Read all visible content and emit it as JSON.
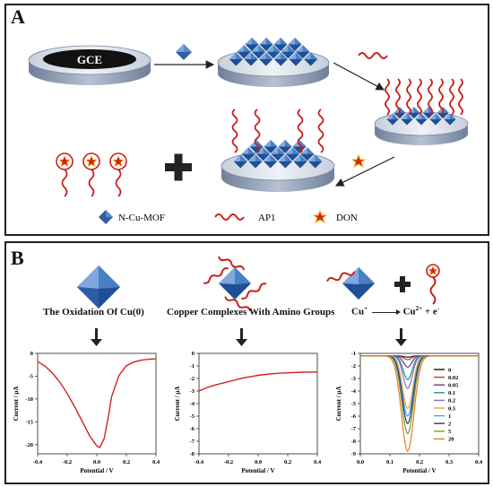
{
  "panel_a": {
    "label": "A",
    "electrode_label": "GCE",
    "legend": [
      {
        "icon": "octahedron-icon",
        "text": "N-Cu-MOF"
      },
      {
        "icon": "aptamer-wave-icon",
        "text": "AP1"
      },
      {
        "icon": "star-icon",
        "text": "DON"
      }
    ],
    "colors": {
      "mof": "#2f5fa3",
      "aptamer": "#c8201e",
      "don": "#d81e12",
      "disk_top": "#d8e1ec",
      "disk_side": "#8d9cb3"
    }
  },
  "panel_b": {
    "label": "B",
    "captions": [
      "The Oxidation Of Cu(0)",
      "Copper Complexes With Amino Groups"
    ],
    "reaction": {
      "left": "Cu",
      "left_sup": "+",
      "right": "Cu",
      "right_sup": "2+",
      "tail": "+ e",
      "tail_sup": "-"
    },
    "plot_line_color": "#d42020"
  },
  "chart_data": [
    {
      "type": "line",
      "xlabel": "Potential / V",
      "ylabel": "Current / μA",
      "xlim": [
        -0.4,
        0.4
      ],
      "ylim": [
        -22,
        0
      ],
      "xticks": [
        "-0.4",
        "-0.2",
        "0.0",
        "0.2",
        "0.4"
      ],
      "yticks": [
        "0",
        "-5",
        "-10",
        "-15",
        "-20"
      ],
      "series": [
        {
          "x": [
            -0.4,
            -0.35,
            -0.3,
            -0.25,
            -0.2,
            -0.15,
            -0.1,
            -0.05,
            0.0,
            0.02,
            0.05,
            0.08,
            0.1,
            0.15,
            0.2,
            0.25,
            0.3,
            0.35,
            0.4
          ],
          "y": [
            -1.8,
            -2.8,
            -4.3,
            -6.3,
            -8.8,
            -11.7,
            -14.8,
            -18.0,
            -20.3,
            -20.6,
            -18.6,
            -13.5,
            -9.5,
            -4.8,
            -2.7,
            -1.9,
            -1.5,
            -1.3,
            -1.2
          ]
        }
      ]
    },
    {
      "type": "line",
      "xlabel": "Potential / V",
      "ylabel": "Current / μA",
      "xlim": [
        -0.4,
        0.4
      ],
      "ylim": [
        -8,
        0
      ],
      "xticks": [
        "-0.4",
        "-0.2",
        "0.0",
        "0.2",
        "0.4"
      ],
      "yticks": [
        "0",
        "-1",
        "-2",
        "-3",
        "-4",
        "-5",
        "-6",
        "-7",
        "-8"
      ],
      "series": [
        {
          "x": [
            -0.4,
            -0.35,
            -0.3,
            -0.25,
            -0.2,
            -0.15,
            -0.1,
            -0.05,
            0.0,
            0.05,
            0.1,
            0.15,
            0.2,
            0.25,
            0.3,
            0.35,
            0.4
          ],
          "y": [
            -3.0,
            -2.75,
            -2.55,
            -2.4,
            -2.25,
            -2.1,
            -1.95,
            -1.85,
            -1.75,
            -1.68,
            -1.62,
            -1.58,
            -1.55,
            -1.52,
            -1.5,
            -1.49,
            -1.48
          ]
        }
      ]
    },
    {
      "type": "line",
      "xlabel": "Potential / V",
      "ylabel": "Current / μA",
      "xlim": [
        0.0,
        0.4
      ],
      "ylim": [
        -9,
        -1
      ],
      "xticks": [
        "0.0",
        "0.1",
        "0.2",
        "0.3",
        "0.4"
      ],
      "yticks": [
        "-1",
        "-2",
        "-3",
        "-4",
        "-5",
        "-6",
        "-7",
        "-8",
        "-9"
      ],
      "legend_position": "right",
      "baseline": -1.2,
      "peak_x": 0.16,
      "series": [
        {
          "name": "0",
          "color": "#111111",
          "peak": -1.3
        },
        {
          "name": "0.02",
          "color": "#c0392b",
          "peak": -1.5
        },
        {
          "name": "0.05",
          "color": "#5b3a96",
          "peak": -2.1
        },
        {
          "name": "0.1",
          "color": "#2a8d8f",
          "peak": -3.1
        },
        {
          "name": "0.2",
          "color": "#8e6bbf",
          "peak": -3.8
        },
        {
          "name": "0.5",
          "color": "#e8a13a",
          "peak": -5.4
        },
        {
          "name": "1",
          "color": "#4aa3df",
          "peak": -6.0
        },
        {
          "name": "2",
          "color": "#2e3a78",
          "peak": -6.6
        },
        {
          "name": "5",
          "color": "#7a9a3a",
          "peak": -7.4
        },
        {
          "name": "20",
          "color": "#e67e22",
          "peak": -8.8
        }
      ]
    }
  ]
}
